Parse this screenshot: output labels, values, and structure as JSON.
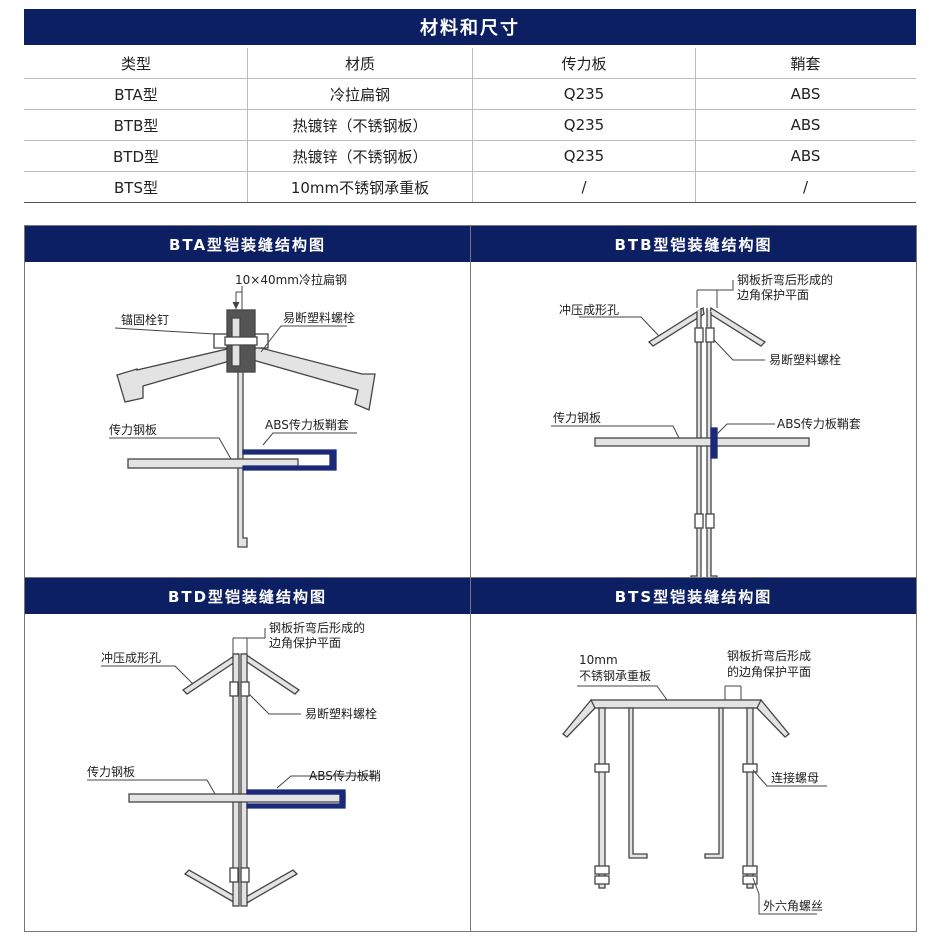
{
  "header": {
    "title": "材料和尺寸"
  },
  "table": {
    "columns": [
      "类型",
      "材质",
      "传力板",
      "鞘套"
    ],
    "rows": [
      [
        "BTA型",
        "冷拉扁钢",
        "Q235",
        "ABS"
      ],
      [
        "BTB型",
        "热镀锌（不锈钢板）",
        "Q235",
        "ABS"
      ],
      [
        "BTD型",
        "热镀锌（不锈钢板）",
        "Q235",
        "ABS"
      ],
      [
        "BTS型",
        "10mm不锈钢承重板",
        "/",
        "/"
      ]
    ]
  },
  "panels": {
    "bta": {
      "title": "BTA型铠装缝结构图",
      "label_flat_steel": "10×40mm冷拉扁钢",
      "label_anchor_bolt": "锚固栓钉",
      "label_breakable_bolt": "易断塑料螺栓",
      "label_dowel_plate": "传力钢板",
      "label_abs_sleeve": "ABS传力板鞘套"
    },
    "btb": {
      "title": "BTB型铠装缝结构图",
      "label_bent_plate_1": "钢板折弯后形成的",
      "label_bent_plate_2": "边角保护平面",
      "label_punched_hole": "冲压成形孔",
      "label_breakable_bolt": "易断塑料螺栓",
      "label_dowel_plate": "传力钢板",
      "label_abs_sleeve": "ABS传力板鞘套"
    },
    "btd": {
      "title": "BTD型铠装缝结构图",
      "label_bent_plate_1": "钢板折弯后形成的",
      "label_bent_plate_2": "边角保护平面",
      "label_punched_hole": "冲压成形孔",
      "label_breakable_bolt": "易断塑料螺栓",
      "label_dowel_plate": "传力钢板",
      "label_abs_sleeve": "ABS传力板鞘"
    },
    "bts": {
      "title": "BTS型铠装缝结构图",
      "label_bearing_plate_1": "10mm",
      "label_bearing_plate_2": "不锈钢承重板",
      "label_bent_plate_1": "钢板折弯后形成",
      "label_bent_plate_2": "的边角保护平面",
      "label_nut": "连接螺母",
      "label_hex_bolt": "外六角螺丝"
    }
  },
  "colors": {
    "band": "#0d1f63",
    "steel": "#e3e3e3",
    "dark_steel": "#555555",
    "sleeve": "#1b2a78"
  }
}
